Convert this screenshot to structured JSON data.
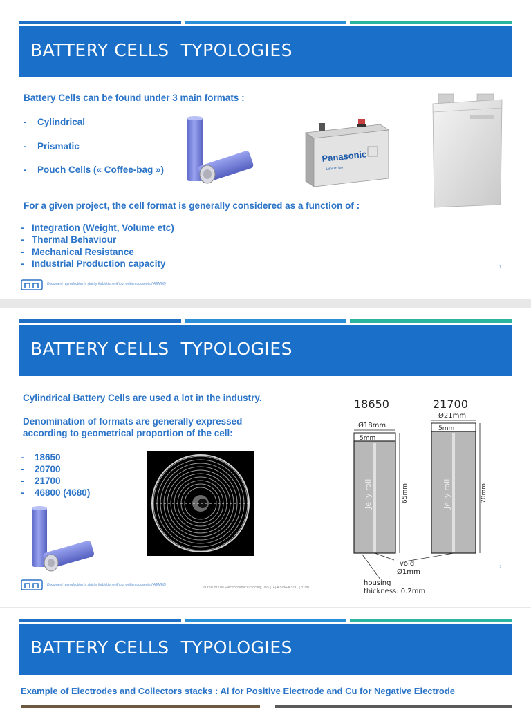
{
  "slides": [
    {
      "title": "BATTERY CELLS  TYPOLOGIES",
      "intro": "Battery Cells can be found under 3 main formats :",
      "formats": [
        "Cylindrical",
        "Prismatic",
        "Pouch Cells (« Coffee-bag »)"
      ],
      "function_intro": "For a given project, the cell format is generally considered as a function of :",
      "factors": [
        "Integration (Weight, Volume etc)",
        "Thermal Behaviour",
        "Mechanical Resistance",
        "Industrial Production capacity"
      ],
      "footnote": "Document reproduction is strictly forbidden without written consent of AEMUD",
      "page_number": "1",
      "prismatic_brand": "Panasonic",
      "prismatic_sub": "Lithium Ion"
    },
    {
      "title": "BATTERY CELLS  TYPOLOGIES",
      "intro": "Cylindrical Battery Cells are used a lot in the industry.",
      "denomination_line1": "Denomination of formats are generally expressed",
      "denomination_line2": "according to geometrical proportion of the cell:",
      "formats": [
        "18650",
        "20700",
        "21700",
        "46800 (4680)"
      ],
      "footnote": "Document reproduction is strictly forbidden without written consent of AEMUD",
      "source": "Journal of The Electrochemical Society, 165 (14) A3284-A3291 (2018)",
      "page_number": "2",
      "diagram": {
        "cell_a": {
          "name": "18650",
          "diameter": "Ø18mm",
          "cap": "5mm",
          "height": "65mm",
          "roll": "Jelly roll"
        },
        "cell_b": {
          "name": "21700",
          "diameter": "Ø21mm",
          "cap": "5mm",
          "height": "70mm",
          "roll": "Jelly roll"
        },
        "void_label": "void",
        "void_value": "Ø1mm",
        "housing_label": "housing",
        "thickness_label": "thickness: 0.2mm"
      }
    },
    {
      "title": "BATTERY CELLS  TYPOLOGIES",
      "intro": "Example of Electrodes and Collectors stacks : Al for Positive Electrode and Cu for Negative Electrode"
    }
  ],
  "colors": {
    "title_bar": "#1a6fc8",
    "text_blue": "#2b74c8",
    "cell_blue": "#7b86e0"
  },
  "icons": [
    "aemud-logo-icon"
  ]
}
